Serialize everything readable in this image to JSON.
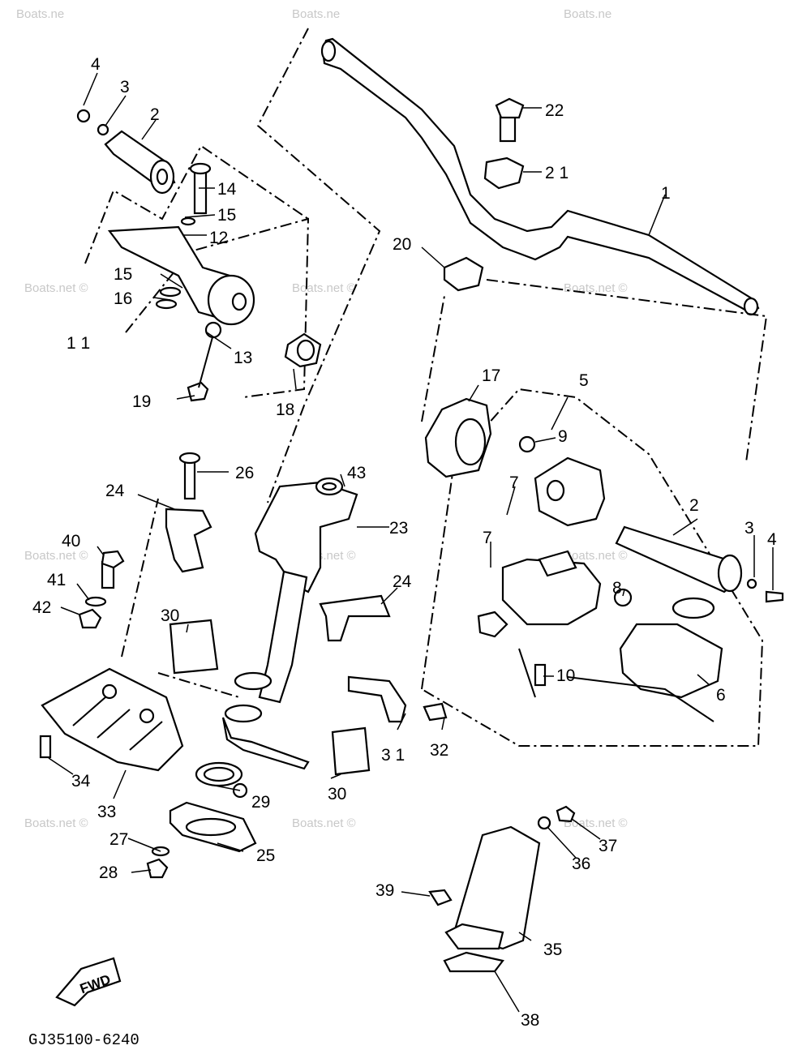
{
  "diagram": {
    "code": "GJ35100-6240",
    "direction_label": "FWD",
    "watermark": "Boats.net ©",
    "watermark_partial": "Boats.ne",
    "callouts": {
      "c1": "1",
      "c2a": "2",
      "c2b": "2",
      "c3a": "3",
      "c3b": "3",
      "c4a": "4",
      "c4b": "4",
      "c5": "5",
      "c6": "6",
      "c7a": "7",
      "c7b": "7",
      "c8": "8",
      "c9": "9",
      "c10": "10",
      "c11": "1 1",
      "c12": "12",
      "c13": "13",
      "c14": "14",
      "c15a": "15",
      "c15b": "15",
      "c16": "16",
      "c17": "17",
      "c18": "18",
      "c19": "19",
      "c20": "20",
      "c21": "2 1",
      "c22": "22",
      "c23": "23",
      "c24a": "24",
      "c24b": "24",
      "c25": "25",
      "c26": "26",
      "c27": "27",
      "c28": "28",
      "c29": "29",
      "c30a": "30",
      "c30b": "30",
      "c31": "3 1",
      "c32": "32",
      "c33": "33",
      "c34": "34",
      "c35": "35",
      "c36": "36",
      "c37": "37",
      "c38": "38",
      "c39": "39",
      "c40": "40",
      "c41": "41",
      "c42": "42",
      "c43": "43"
    }
  }
}
